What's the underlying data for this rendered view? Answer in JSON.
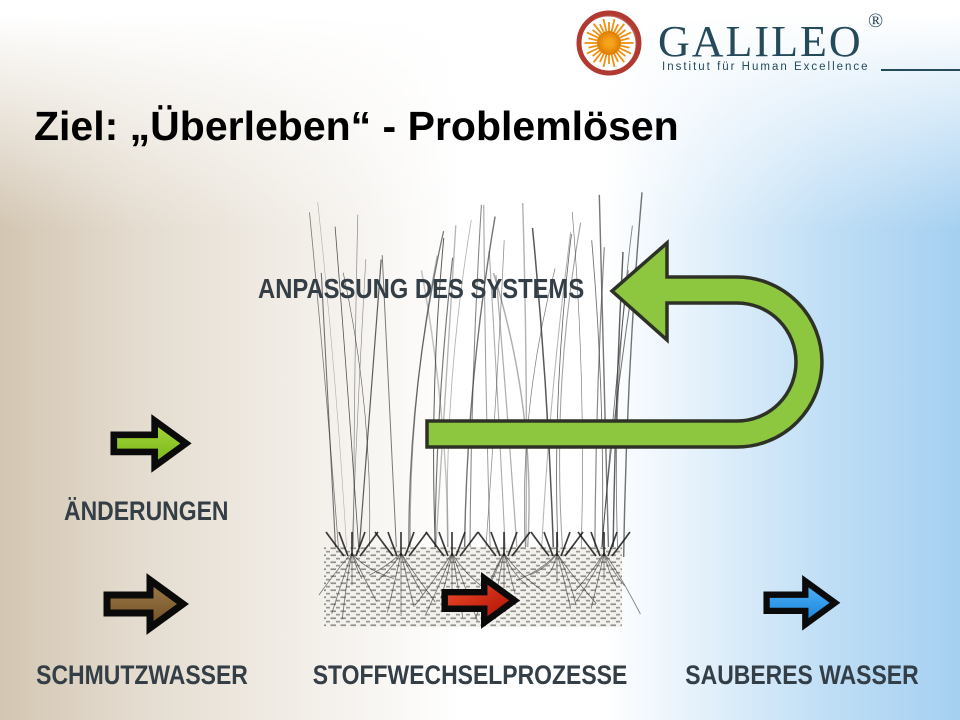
{
  "logo": {
    "brand": "GALILEO",
    "registered": "®",
    "tagline": "Institut für Human Excellence",
    "brand_color": "#254A5C",
    "ring_color": "#B23A31",
    "sun_color": "#EF9010",
    "sun_core_color": "#F5A31C"
  },
  "title": {
    "text": "Ziel: „Überleben“ - Problemlösen"
  },
  "diagram": {
    "labels": {
      "anpassung": "ANPASSUNG DES SYSTEMS",
      "aenderungen": "ÄNDERUNGEN",
      "schmutzwasser": "SCHMUTZWASSER",
      "stoffwechselprozesse": "STOFFWECHSELPROZESSE",
      "sauberes_wasser": "SAUBERES WASSER"
    },
    "label_color": "#343E46",
    "arrows": {
      "feedback": {
        "color": "#8DC63F",
        "outline": "#2E3226"
      },
      "aenderungen": {
        "color_light": "#A8D83A",
        "color_dark": "#76B41A"
      },
      "schmutzwasser": {
        "color_light": "#A07C4A",
        "color_dark": "#6E4E24"
      },
      "stoffwechsel": {
        "color_light": "#F4502E",
        "color_dark": "#A80A00"
      },
      "sauberes": {
        "color_light": "#55B5F7",
        "color_dark": "#1380DC"
      }
    }
  },
  "background": {
    "left_color": "#D3C6B2",
    "right_color": "#A5D0F1"
  }
}
